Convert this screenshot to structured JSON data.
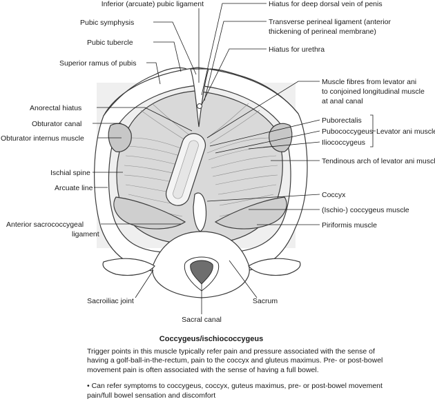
{
  "labels": {
    "inferior_pubic_ligament": "Inferior (arcuate) pubic ligament",
    "pubic_symphysis": "Pubic symphysis",
    "pubic_tubercle": "Pubic tubercle",
    "superior_ramus": "Superior ramus of pubis",
    "anorectal_hiatus": "Anorectal hiatus",
    "obturator_canal": "Obturator canal",
    "obturator_internus": "Obturator internus muscle",
    "ischial_spine": "Ischial spine",
    "arcuate_line": "Arcuate line",
    "anterior_sacrococcygeal_1": "Anterior sacrococcygeal",
    "anterior_sacrococcygeal_2": "ligament",
    "sacroiliac_joint": "Sacroiliac joint",
    "sacral_canal": "Sacral canal",
    "sacrum": "Sacrum",
    "hiatus_dorsal_vein": "Hiatus for deep dorsal vein of penis",
    "transverse_perineal_1": "Transverse perineal ligament (anterior",
    "transverse_perineal_2": "thickening of perineal membrane)",
    "hiatus_urethra": "Hiatus for urethra",
    "muscle_fibres_1": "Muscle fibres from levator ani",
    "muscle_fibres_2": "to conjoined longitudinal muscle",
    "muscle_fibres_3": "at anal canal",
    "puborectalis": "Puborectalis",
    "pubococcygeus": "Pubococcygeus",
    "iliococcygeus": "Iliococcygeus",
    "levator_ani": "Levator ani muscle",
    "tendinous_arch": "Tendinous arch of levator ani muscle",
    "coccyx": "Coccyx",
    "ischio_coccygeus": "(Ischio-) coccygeus muscle",
    "piriformis": "Piriformis muscle"
  },
  "caption": {
    "title": "Coccygeus/ischiococcygeus",
    "paragraph": "Trigger points in this muscle typically refer pain and pressure associated with the sense of having a golf-ball-in-the-rectum, pain to the coccyx and gluteus maximus. Pre- or post-bowel movement pain is often associated with the sense of having a full bowel.",
    "bullet": "• Can refer symptoms to coccygeus, coccyx, guteus maximus, pre- or post-bowel movement pain/full bowel sensation and discomfort"
  },
  "colors": {
    "muscle": "#d9d9d9",
    "bone": "#ffffff",
    "background_panel": "#efefef",
    "sacral_canal_fill": "#6e6e6e"
  }
}
